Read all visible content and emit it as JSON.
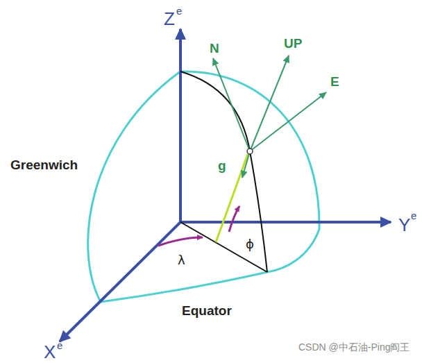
{
  "diagram": {
    "labels": [
      "Z",
      "e",
      "N",
      "UP",
      "E",
      "Greenwich",
      "g",
      "Y",
      "e",
      "λ",
      "ϕ",
      "Equator",
      "X",
      "e",
      "CSDN @中石油-Ping阎王"
    ]
  }
}
